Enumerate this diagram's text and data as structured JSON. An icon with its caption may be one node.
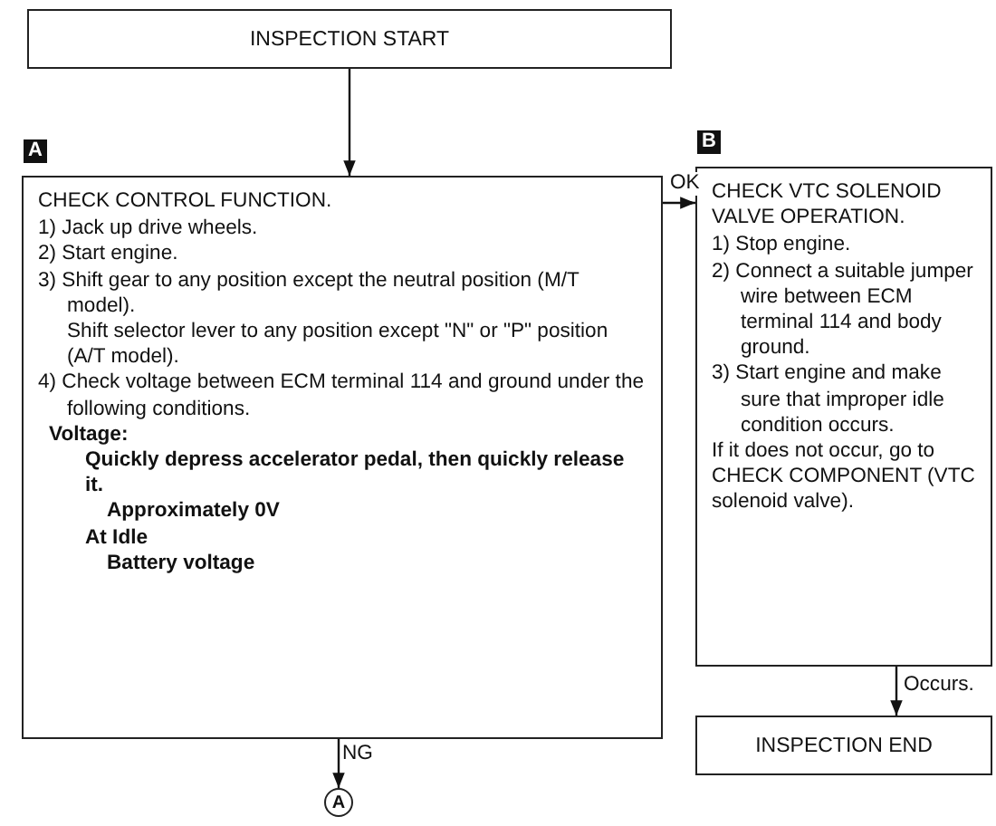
{
  "diagram": {
    "nodes": [
      {
        "text": [
          "INSPECTION START"
        ]
      },
      {
        "text": [
          "CHECK CONTROL FUNCTION.",
          "1) Jack up drive wheels.",
          "2) Start engine.",
          "3) Shift gear to any position except the neutral position (M/T model).",
          "Shift selector lever to any position except \"N\" or \"P\" position (A/T model).",
          "4) Check voltage between ECM terminal 114 and ground under the following conditions.",
          "Voltage:",
          "Quickly depress accelerator pedal, then quickly release it.",
          "Approximately 0V",
          "At Idle",
          "Battery voltage"
        ],
        "beside": [
          "A"
        ]
      },
      {
        "text": [
          "CHECK VTC SOLENOID VALVE OPERATION.",
          "1) Stop engine.",
          "2) Connect a suitable jumper wire between ECM terminal 114 and body ground.",
          "3) Start engine and make sure that improper idle condition occurs.",
          "If it does not occur, go to CHECK COMPONENT (VTC solenoid valve)."
        ],
        "beside": [
          "B"
        ]
      },
      {
        "text": [
          "INSPECTION END"
        ]
      },
      {
        "text": [
          "A"
        ]
      }
    ],
    "edges": [
      {
        "from": 0,
        "to": 1,
        "arrow": "to"
      },
      {
        "from": 1,
        "to": 2,
        "arrow": "to",
        "label": "OK"
      },
      {
        "from": 2,
        "to": 3,
        "arrow": "to",
        "label": "Occurs."
      },
      {
        "from": 1,
        "to": 4,
        "arrow": "to",
        "label": "NG"
      }
    ]
  }
}
